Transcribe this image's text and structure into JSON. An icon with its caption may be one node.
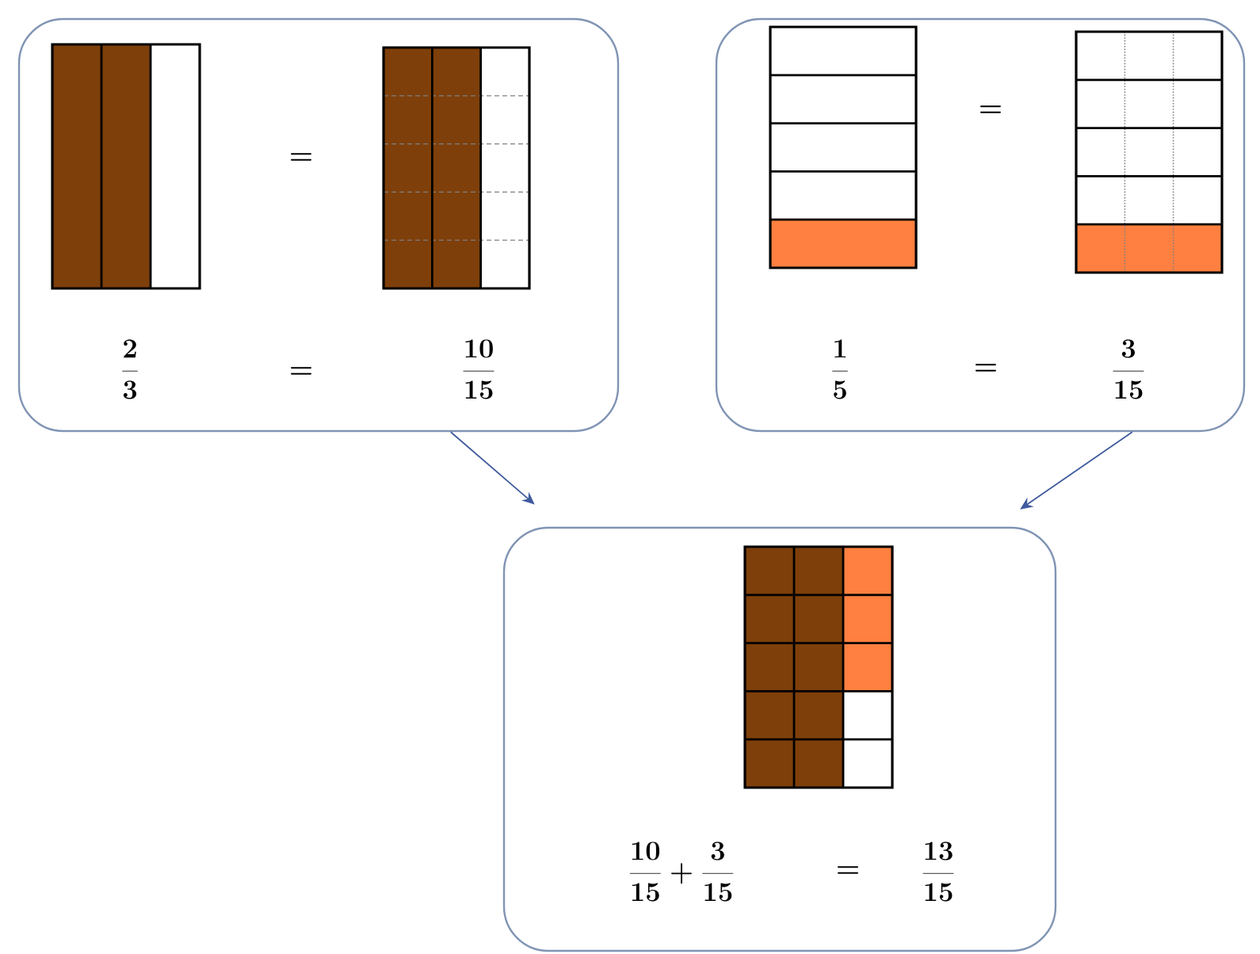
{
  "diagram": {
    "nodes": [
      {
        "text": [
          "=",
          "\\frac{2}{3}",
          "=",
          "\\frac{10}{15}"
        ]
      },
      {
        "text": [
          "=",
          "\\frac{1}{5}",
          "=",
          "\\frac{3}{15}"
        ]
      },
      {
        "text": [
          "\\frac{10}{15}+\\frac{3}{15}",
          "=",
          "\\frac{13}{15}"
        ]
      }
    ],
    "edges": [
      {
        "from": 0,
        "to": 2,
        "arrow": "to"
      },
      {
        "from": 1,
        "to": 2,
        "arrow": "to"
      }
    ]
  }
}
